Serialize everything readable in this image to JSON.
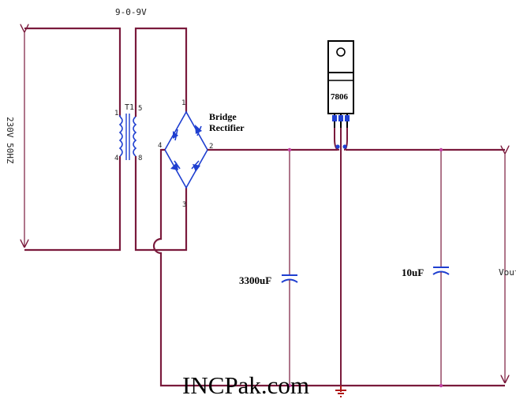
{
  "labels": {
    "transformer_rating": "9-0-9V",
    "transformer_name": "T1",
    "pin_primary_top": "1",
    "pin_primary_bottom": "4",
    "pin_secondary_top": "5",
    "pin_secondary_bottom": "8",
    "mains": "230V 50HZ",
    "bridge_line1": "Bridge",
    "bridge_line2": "Rectifier",
    "bridge_pin_top": "1",
    "bridge_pin_left": "4",
    "bridge_pin_right": "2",
    "bridge_pin_bottom": "3",
    "regulator": "7806",
    "cap_input": "3300uF",
    "cap_output": "10uF",
    "output": "Vout",
    "watermark": "INCPak.com"
  },
  "colors": {
    "wire": "#7a1a3c",
    "arrow": "#7a1a3c",
    "diode": "#1f3fd0",
    "component": "#1f3fd0",
    "node_dot": "#c040a0",
    "ground": "#b01818",
    "regulator_body": "#000000"
  }
}
